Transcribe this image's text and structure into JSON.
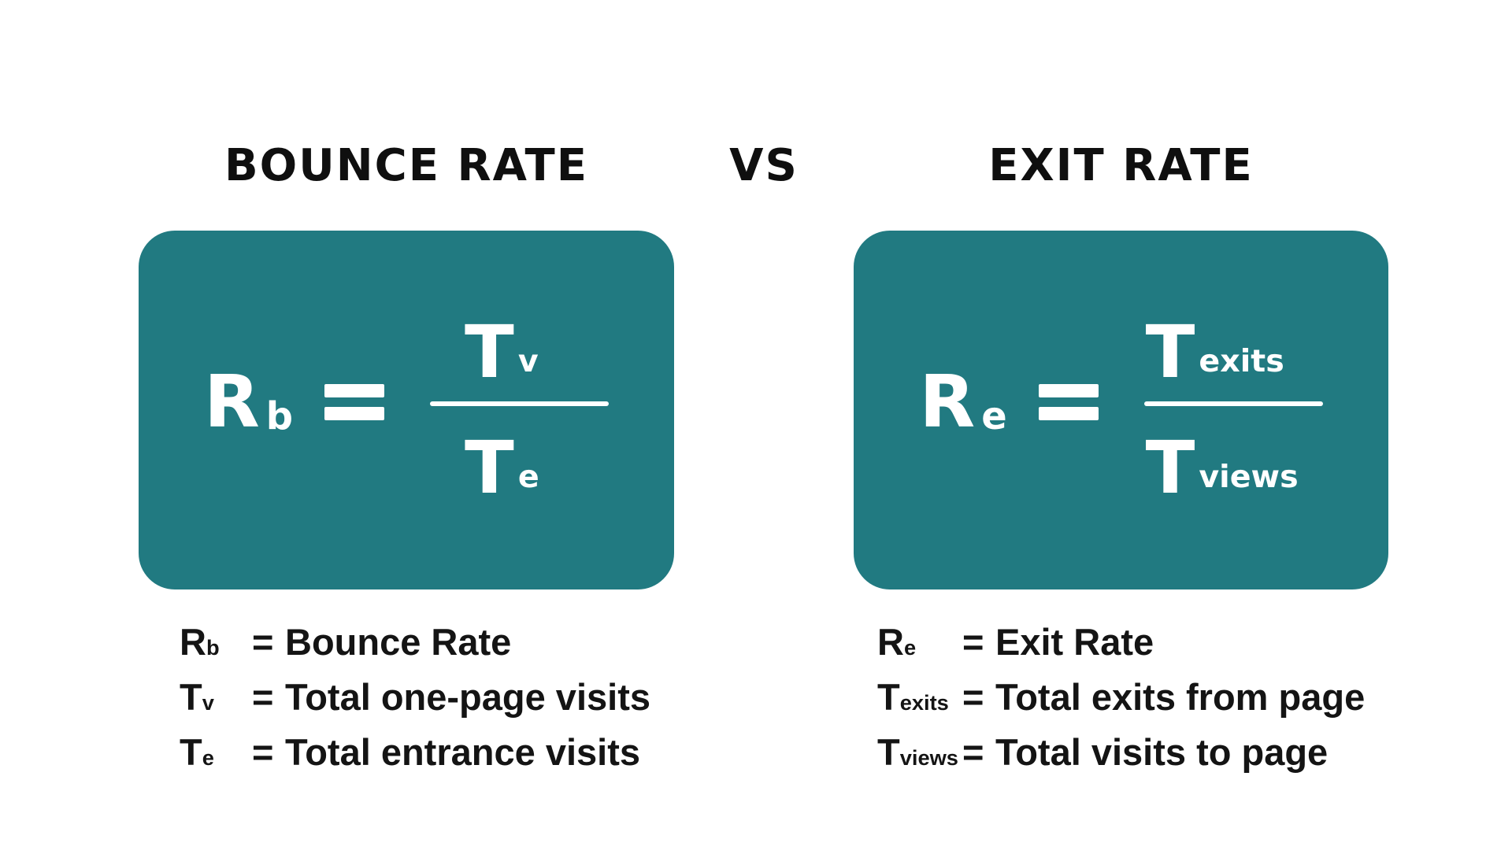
{
  "colors": {
    "teal": "#217a81",
    "ink": "#0f0f0f",
    "white": "#ffffff"
  },
  "header": {
    "left_title": "BOUNCE RATE",
    "versus": "VS",
    "right_title": "EXIT RATE"
  },
  "left": {
    "formula": {
      "symbol": "R",
      "symbol_sub": "b",
      "equals": "=",
      "num": "T",
      "num_sub": "v",
      "den": "T",
      "den_sub": "e"
    },
    "legend": [
      {
        "sym": "R",
        "sym_sub": "b",
        "eq": "=",
        "desc": "Bounce Rate"
      },
      {
        "sym": "T",
        "sym_sub": "v",
        "eq": "=",
        "desc": "Total one-page visits"
      },
      {
        "sym": "T",
        "sym_sub": "e",
        "eq": "=",
        "desc": "Total entrance visits"
      }
    ]
  },
  "right": {
    "formula": {
      "symbol": "R",
      "symbol_sub": "e",
      "equals": "=",
      "num": "T",
      "num_sub": "exits",
      "den": "T",
      "den_sub": "views"
    },
    "legend": [
      {
        "sym": "R",
        "sym_sub": "e",
        "eq": "=",
        "desc": "Exit Rate"
      },
      {
        "sym": "T",
        "sym_sub": "exits",
        "eq": "=",
        "desc": "Total exits from page"
      },
      {
        "sym": "T",
        "sym_sub": "views",
        "eq": "=",
        "desc": "Total visits to page"
      }
    ]
  }
}
